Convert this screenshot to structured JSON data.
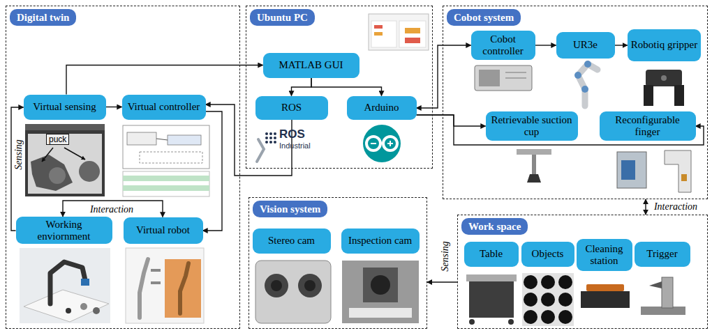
{
  "diagram": {
    "nodes": [
      {
        "text": [
          "Digital twin"
        ]
      },
      {
        "text": [
          "Virtual sensing"
        ],
        "in": 0
      },
      {
        "text": [
          "Virtual controller"
        ],
        "in": 0
      },
      {
        "text": [
          "Working enviornment"
        ],
        "in": 0
      },
      {
        "text": [
          "Virtual robot"
        ],
        "in": 0
      },
      {
        "text": [
          "Ubuntu PC"
        ]
      },
      {
        "text": [
          "MATLAB GUI"
        ],
        "in": 5
      },
      {
        "text": [
          "ROS"
        ],
        "in": 5
      },
      {
        "text": [
          "Arduino"
        ],
        "in": 5
      },
      {
        "text": [
          "Cobot system"
        ]
      },
      {
        "text": [
          "Cobot controller"
        ],
        "in": 9
      },
      {
        "text": [
          "UR3e"
        ],
        "in": 9
      },
      {
        "text": [
          "Robotiq gripper"
        ],
        "in": 9
      },
      {
        "text": [
          "Retrievable suction cup"
        ],
        "in": 9
      },
      {
        "text": [
          "Reconfigurable finger"
        ],
        "in": 9
      },
      {
        "text": [
          "Vision system"
        ]
      },
      {
        "text": [
          "Stereo cam"
        ],
        "in": 15
      },
      {
        "text": [
          "Inspection cam"
        ],
        "in": 15
      },
      {
        "text": [
          "Work space"
        ]
      },
      {
        "text": [
          "Table"
        ],
        "in": 18
      },
      {
        "text": [
          "Objects"
        ],
        "in": 18
      },
      {
        "text": [
          "Cleaning station"
        ],
        "in": 18
      },
      {
        "text": [
          "Trigger"
        ],
        "in": 18
      }
    ],
    "edges": [
      {
        "from": 1,
        "to": 6,
        "arrow": "to"
      },
      {
        "from": 1,
        "to": 2,
        "arrow": "to"
      },
      {
        "from": 6,
        "to": 7,
        "arrow": "to"
      },
      {
        "from": 6,
        "to": 8,
        "arrow": "to"
      },
      {
        "from": 3,
        "to": 4,
        "label": "Interaction",
        "arrow": "both"
      },
      {
        "from": 3,
        "to": 1,
        "label": "Sensing",
        "arrow": "to"
      },
      {
        "from": 7,
        "to": 2,
        "arrow": "to"
      },
      {
        "from": 2,
        "to": 4,
        "arrow": "to"
      },
      {
        "from": 8,
        "to": 10,
        "arrow": "both"
      },
      {
        "from": 8,
        "to": 13,
        "arrow": "to"
      },
      {
        "from": 8,
        "to": 14,
        "arrow": "to"
      },
      {
        "from": 10,
        "to": 11,
        "arrow": "to"
      },
      {
        "from": 11,
        "to": 12,
        "arrow": "to"
      },
      {
        "from": 9,
        "to": 18,
        "label": "Interaction",
        "arrow": "both"
      },
      {
        "from": 18,
        "to": 15,
        "label": "Sensing",
        "arrow": "to"
      }
    ],
    "labels": [
      "puck",
      "ROS",
      "Industrial"
    ]
  }
}
